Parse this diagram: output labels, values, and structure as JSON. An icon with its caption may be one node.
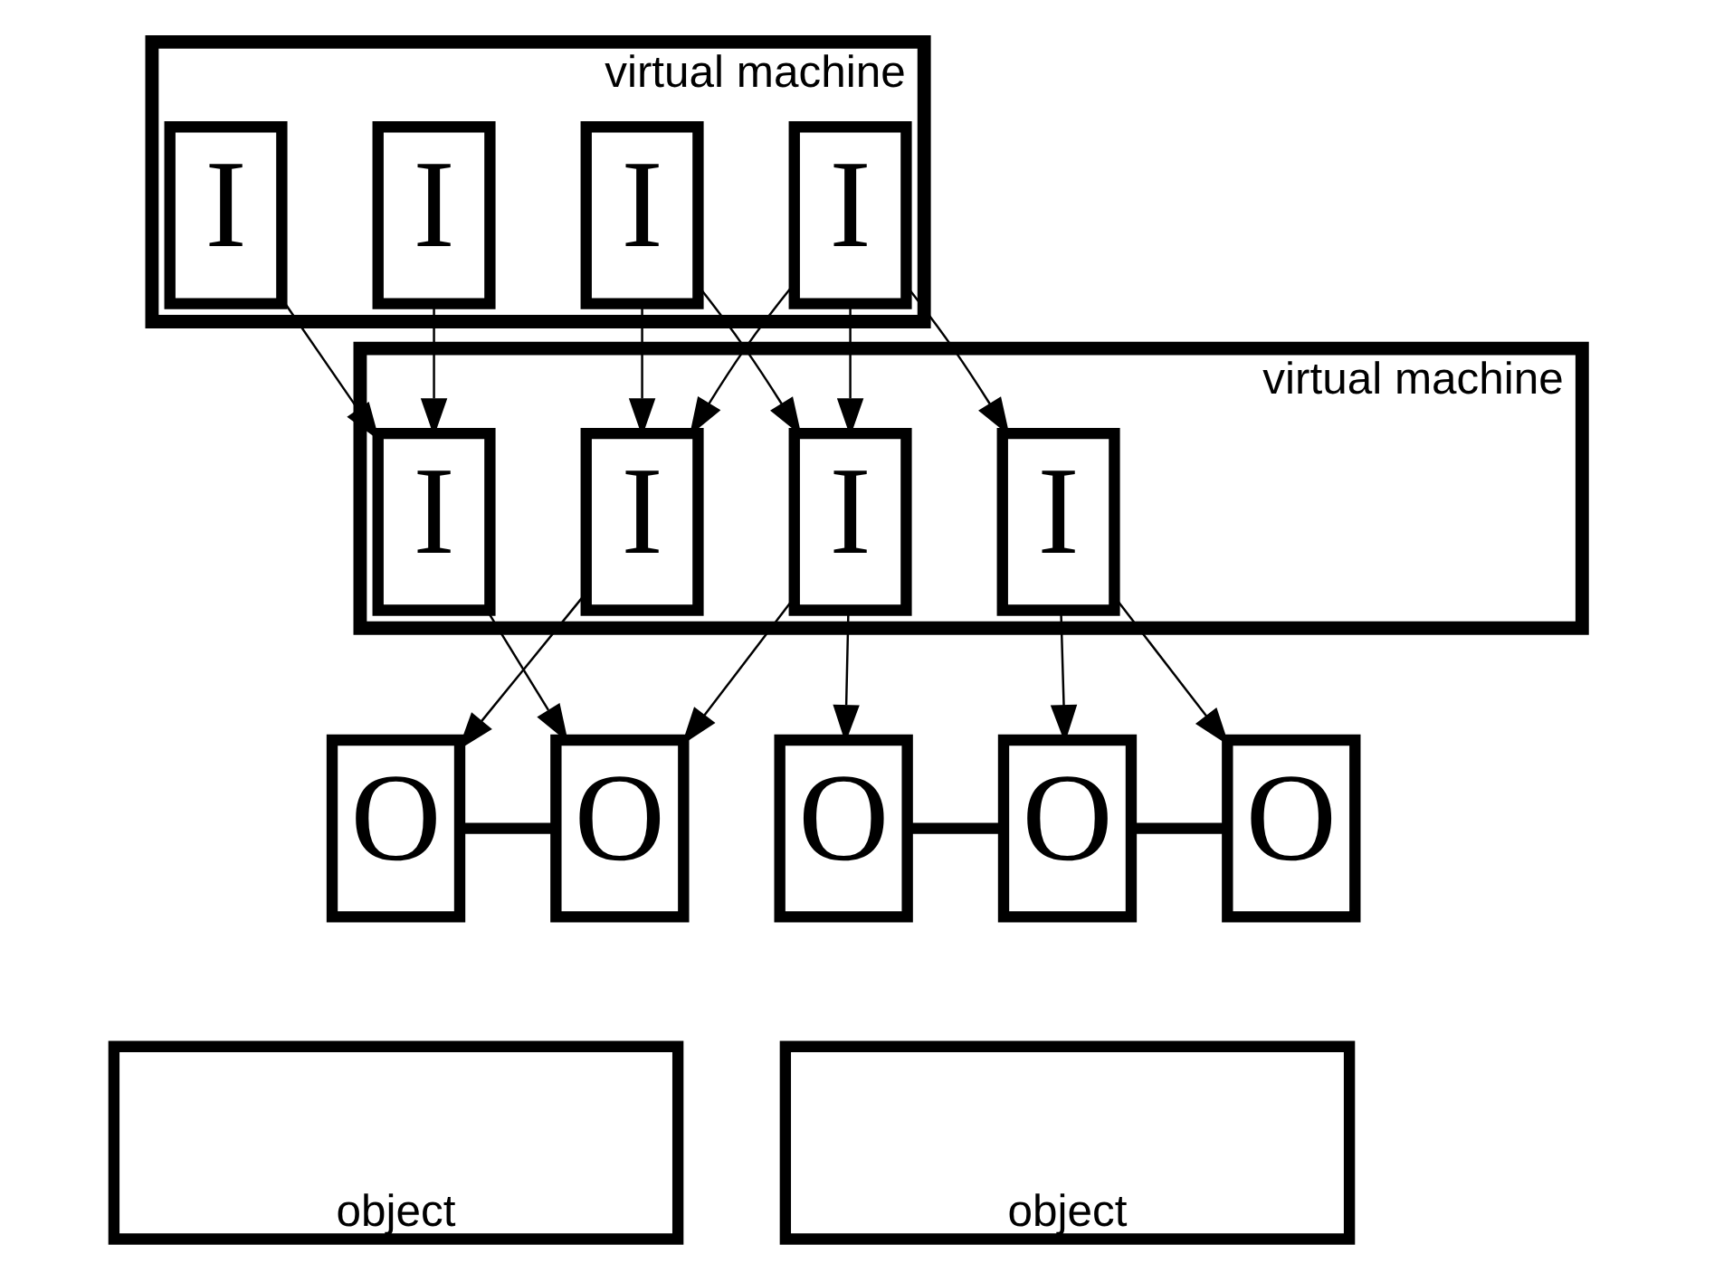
{
  "diagram": {
    "nodes": [
      {
        "text": [
          "virtual machine"
        ]
      },
      {
        "text": [
          "I"
        ],
        "in": 0
      },
      {
        "text": [
          "I"
        ],
        "in": 0
      },
      {
        "text": [
          "I"
        ],
        "in": 0
      },
      {
        "text": [
          "I"
        ],
        "in": 0
      },
      {
        "text": [
          "virtual machine"
        ]
      },
      {
        "text": [
          "I"
        ],
        "in": 5
      },
      {
        "text": [
          "I"
        ],
        "in": 5
      },
      {
        "text": [
          "I"
        ],
        "in": 5
      },
      {
        "text": [
          "I"
        ],
        "in": 5
      },
      {
        "text": [
          "O"
        ]
      },
      {
        "text": [
          "O"
        ]
      },
      {
        "text": [
          "O"
        ]
      },
      {
        "text": [
          "O"
        ]
      },
      {
        "text": [
          "O"
        ]
      },
      {
        "text": [
          "object"
        ]
      },
      {
        "text": [
          "object"
        ]
      }
    ],
    "edges": [
      {
        "from": 1,
        "to": 6,
        "arrow": "to"
      },
      {
        "from": 1,
        "to": 7,
        "arrow": "to"
      },
      {
        "from": 2,
        "to": 6,
        "arrow": "to"
      },
      {
        "from": 2,
        "to": 7,
        "arrow": "to"
      },
      {
        "from": 2,
        "to": 9,
        "arrow": "to"
      },
      {
        "from": 3,
        "to": 8,
        "arrow": "to"
      },
      {
        "from": 4,
        "to": 8,
        "arrow": "to"
      },
      {
        "from": 6,
        "to": 10,
        "arrow": "to"
      },
      {
        "from": 7,
        "to": 11,
        "arrow": "to"
      },
      {
        "from": 7,
        "to": 12,
        "arrow": "to"
      },
      {
        "from": 8,
        "to": 11,
        "arrow": "to"
      },
      {
        "from": 9,
        "to": 13,
        "arrow": "to"
      },
      {
        "from": 9,
        "to": 14,
        "arrow": "to"
      },
      {
        "from": 10,
        "to": 11,
        "arrow": "none",
        "style": "thick"
      },
      {
        "from": 12,
        "to": 13,
        "arrow": "none",
        "style": "thick"
      },
      {
        "from": 13,
        "to": 14,
        "arrow": "none",
        "style": "thick"
      }
    ]
  }
}
